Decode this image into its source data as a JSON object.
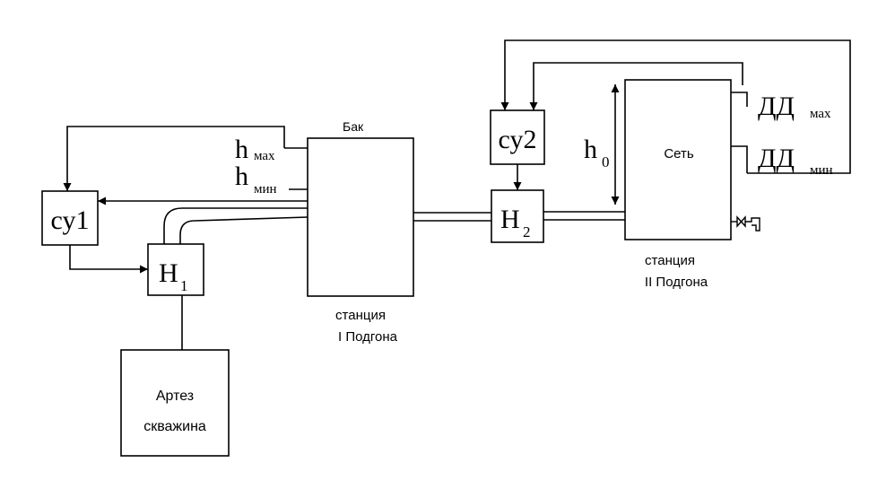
{
  "blocks": {
    "su1": "су1",
    "su2": "су2",
    "n1_main": "H",
    "n1_sub": "1",
    "n2_main": "H",
    "n2_sub": "2",
    "well_line1": "Артез",
    "well_line2": "скважина",
    "net": "Сеть"
  },
  "tank": {
    "label": "Бак",
    "h_max_main": "h",
    "h_max_sub": "мах",
    "h_min_main": "h",
    "h_min_sub": "мин"
  },
  "level": {
    "h0_main": "h",
    "h0_sub": "0"
  },
  "sensors": {
    "dd_max_main": "ДД",
    "dd_max_sub": "мах",
    "dd_min_main": "ДД",
    "dd_min_sub": "мин"
  },
  "stations": {
    "station1_line1": "станция",
    "station1_line2": "I Подгона",
    "station2_line1": "станция",
    "station2_line2": "II Подгона"
  }
}
